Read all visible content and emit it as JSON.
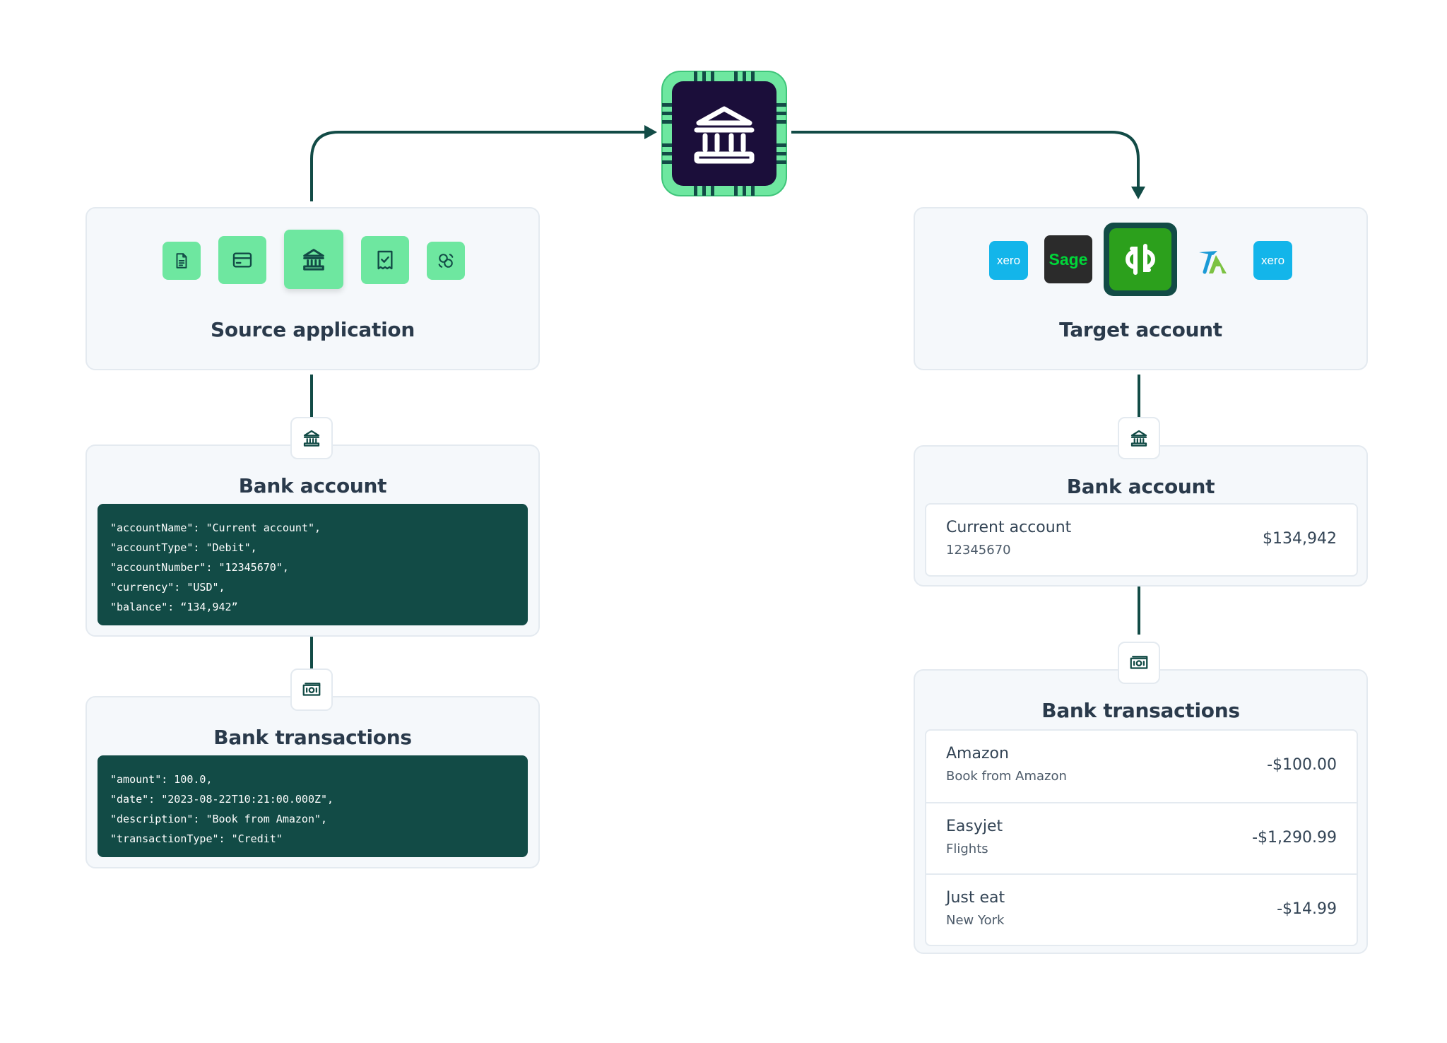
{
  "source": {
    "title": "Source application",
    "icons": [
      "document-icon",
      "credit-card-icon",
      "bank-icon",
      "receipt-check-icon",
      "sync-coins-icon"
    ]
  },
  "target": {
    "title": "Target account",
    "logos": [
      {
        "name": "xero-logo",
        "text": "xero",
        "color": "#13b5ea"
      },
      {
        "name": "sage-logo",
        "text": "Sage",
        "color": "#2b2b2b"
      },
      {
        "name": "quickbooks-logo",
        "text": "qb",
        "color": "#2ca01c"
      },
      {
        "name": "accountsiq-logo",
        "text": "A",
        "color": "#ffffff"
      },
      {
        "name": "xero-logo-2",
        "text": "xero",
        "color": "#13b5ea"
      }
    ]
  },
  "left_bank_account": {
    "title": "Bank account",
    "code_lines": [
      "\"accountName\": \"Current account\",",
      "\"accountType\": \"Debit\",",
      "\"accountNumber\": \"12345670\",",
      "\"currency\": \"USD\",",
      "\"balance\": “134,942”"
    ]
  },
  "left_bank_transactions": {
    "title": "Bank transactions",
    "code_lines": [
      "\"amount\": 100.0,",
      "\"date\": \"2023-08-22T10:21:00.000Z\",",
      "\"description\": \"Book from Amazon\",",
      "\"transactionType\": \"Credit\""
    ]
  },
  "right_bank_account": {
    "title": "Bank account",
    "name": "Current account",
    "number": "12345670",
    "balance": "$134,942"
  },
  "right_bank_transactions": {
    "title": "Bank transactions",
    "rows": [
      {
        "name": "Amazon",
        "sub": "Book from Amazon",
        "amount": "-$100.00"
      },
      {
        "name": "Easyjet",
        "sub": "Flights",
        "amount": "-$1,290.99"
      },
      {
        "name": "Just eat",
        "sub": "New York",
        "amount": "-$14.99"
      }
    ]
  },
  "colors": {
    "primary_dark": "#124b46",
    "accent_green": "#6ee7a0",
    "hub_bg": "#1b0e3a",
    "panel_bg": "#f5f8fb"
  }
}
